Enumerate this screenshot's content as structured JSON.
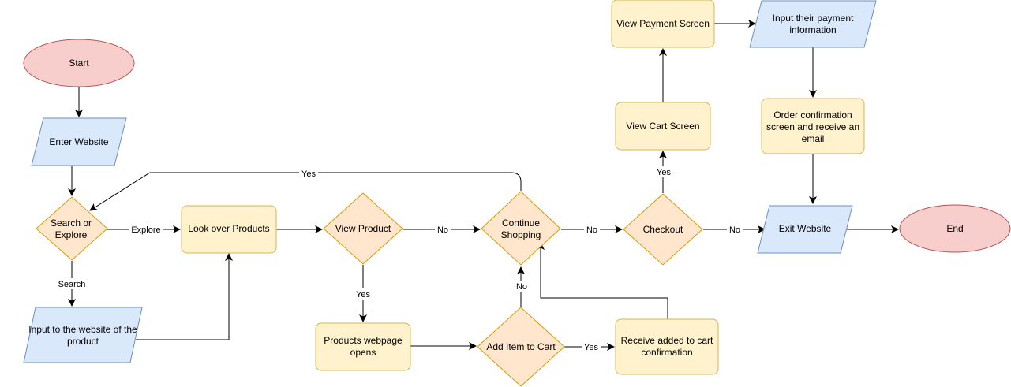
{
  "nodes": {
    "start": "Start",
    "enter_website": "Enter Website",
    "search_or_explore": [
      "Search or",
      "Explore"
    ],
    "input_product": [
      "Input to the website of the",
      "product"
    ],
    "look_over_products": "Look over Products",
    "view_product": "View Product",
    "products_webpage": [
      "Products webpage",
      "opens"
    ],
    "add_item": "Add Item to Cart",
    "receive_confirmation": [
      "Receive added to cart",
      "confirmation"
    ],
    "continue_shopping": [
      "Continue",
      "Shopping"
    ],
    "checkout": "Checkout",
    "view_cart": "View Cart Screen",
    "view_payment": "View Payment Screen",
    "input_payment": [
      "Input their payment",
      "information"
    ],
    "order_confirmation": [
      "Order confirmation",
      "screen and receive an",
      "email"
    ],
    "exit_website": "Exit Website",
    "end": "End"
  },
  "edge_labels": {
    "explore": "Explore",
    "search": "Search",
    "yes_top": "Yes",
    "no_view": "No",
    "yes_view": "Yes",
    "no_continue": "No",
    "yes_add": "Yes",
    "no_add": "No",
    "yes_checkout": "Yes",
    "no_checkout": "No"
  },
  "colors": {
    "terminal_fill": "#f8cecc",
    "terminal_stroke": "#b85450",
    "io_fill": "#dae8fc",
    "io_stroke": "#6c8ebf",
    "process_fill": "#fff2cc",
    "process_stroke": "#d6b656",
    "decision_fill": "#ffe6cc",
    "decision_stroke": "#d79b00"
  }
}
